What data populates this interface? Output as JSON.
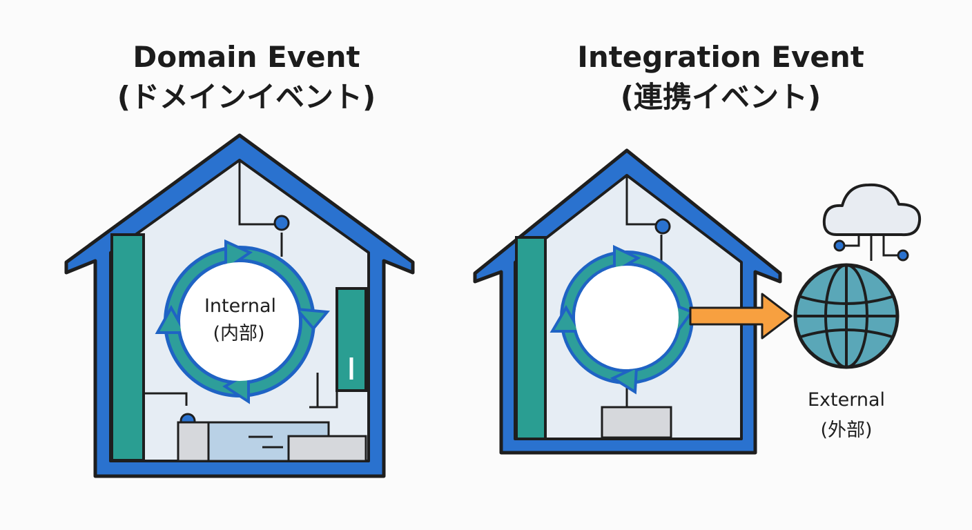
{
  "titles": {
    "domain": {
      "line1": "Domain Event",
      "line2": "(ドメインイベント)"
    },
    "integration": {
      "line1": "Integration Event",
      "line2": "(連携イベント)"
    }
  },
  "labels": {
    "internal": "Internal",
    "internal_ja": "(内部)",
    "external": "External",
    "external_ja": "(外部)"
  },
  "icons": {
    "left_house": "house-icon",
    "right_house": "house-icon",
    "left_cycle": "cycle-arrows-icon",
    "right_cycle": "cycle-arrows-icon",
    "publish_arrow": "arrow-right-icon",
    "globe": "globe-icon",
    "cloud": "cloud-icon"
  },
  "colors": {
    "house_outline": "#2a72cf",
    "house_fill": "#e6edf4",
    "cycle_arrows": "#2e9e9a",
    "cycle_border": "#1f63c4",
    "publish_arrow": "#f7a040",
    "globe": "#5aa7b8",
    "cloud": "#e8ecf2"
  }
}
